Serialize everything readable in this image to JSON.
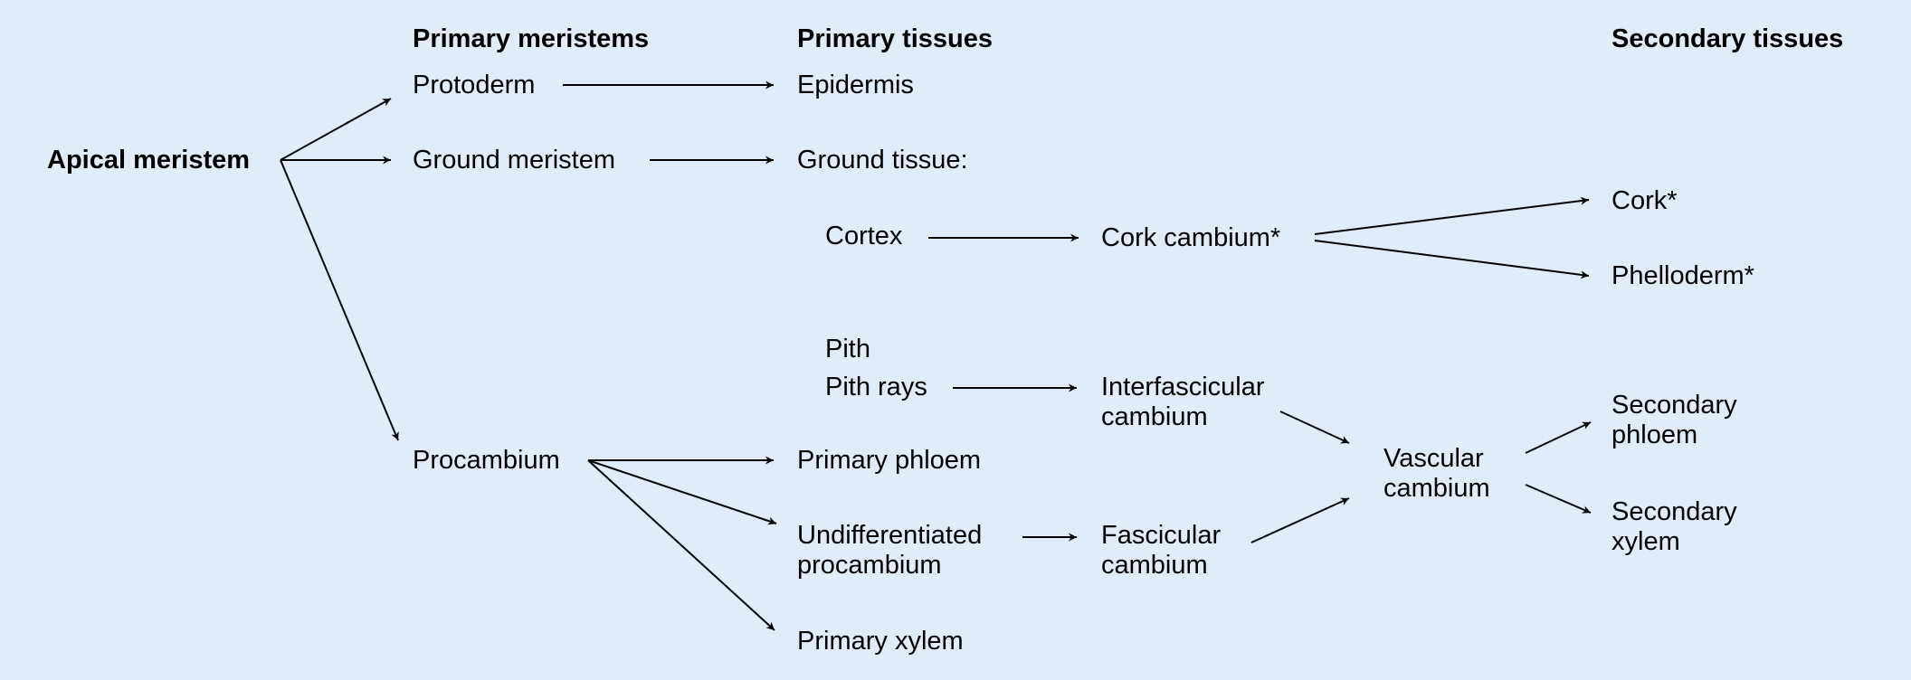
{
  "headers": {
    "primary_meristems": "Primary meristems",
    "primary_tissues": "Primary tissues",
    "secondary_tissues": "Secondary tissues"
  },
  "nodes": {
    "apical_meristem": "Apical meristem",
    "protoderm": "Protoderm",
    "ground_meristem": "Ground meristem",
    "procambium": "Procambium",
    "epidermis": "Epidermis",
    "ground_tissue": "Ground tissue:",
    "cortex": "Cortex",
    "cork_cambium": "Cork cambium*",
    "cork": "Cork*",
    "phelloderm": "Phelloderm*",
    "pith": "Pith",
    "pith_rays": "Pith rays",
    "interfascicular_cambium": [
      "Interfascicular",
      "cambium"
    ],
    "primary_phloem": "Primary phloem",
    "undifferentiated_procambium": [
      "Undifferentiated",
      "procambium"
    ],
    "primary_xylem": "Primary xylem",
    "fascicular_cambium": [
      "Fascicular",
      "cambium"
    ],
    "vascular_cambium": [
      "Vascular",
      "cambium"
    ],
    "secondary_phloem": [
      "Secondary",
      "phloem"
    ],
    "secondary_xylem": [
      "Secondary",
      "xylem"
    ]
  },
  "edges": [
    {
      "from": "apical_meristem",
      "to": "protoderm"
    },
    {
      "from": "apical_meristem",
      "to": "ground_meristem"
    },
    {
      "from": "apical_meristem",
      "to": "procambium"
    },
    {
      "from": "protoderm",
      "to": "epidermis"
    },
    {
      "from": "ground_meristem",
      "to": "ground_tissue"
    },
    {
      "from": "cortex",
      "to": "cork_cambium"
    },
    {
      "from": "cork_cambium",
      "to": "cork"
    },
    {
      "from": "cork_cambium",
      "to": "phelloderm"
    },
    {
      "from": "pith_rays",
      "to": "interfascicular_cambium"
    },
    {
      "from": "interfascicular_cambium",
      "to": "vascular_cambium"
    },
    {
      "from": "procambium",
      "to": "primary_phloem"
    },
    {
      "from": "procambium",
      "to": "undifferentiated_procambium"
    },
    {
      "from": "procambium",
      "to": "primary_xylem"
    },
    {
      "from": "undifferentiated_procambium",
      "to": "fascicular_cambium"
    },
    {
      "from": "fascicular_cambium",
      "to": "vascular_cambium"
    },
    {
      "from": "vascular_cambium",
      "to": "secondary_phloem"
    },
    {
      "from": "vascular_cambium",
      "to": "secondary_xylem"
    }
  ]
}
